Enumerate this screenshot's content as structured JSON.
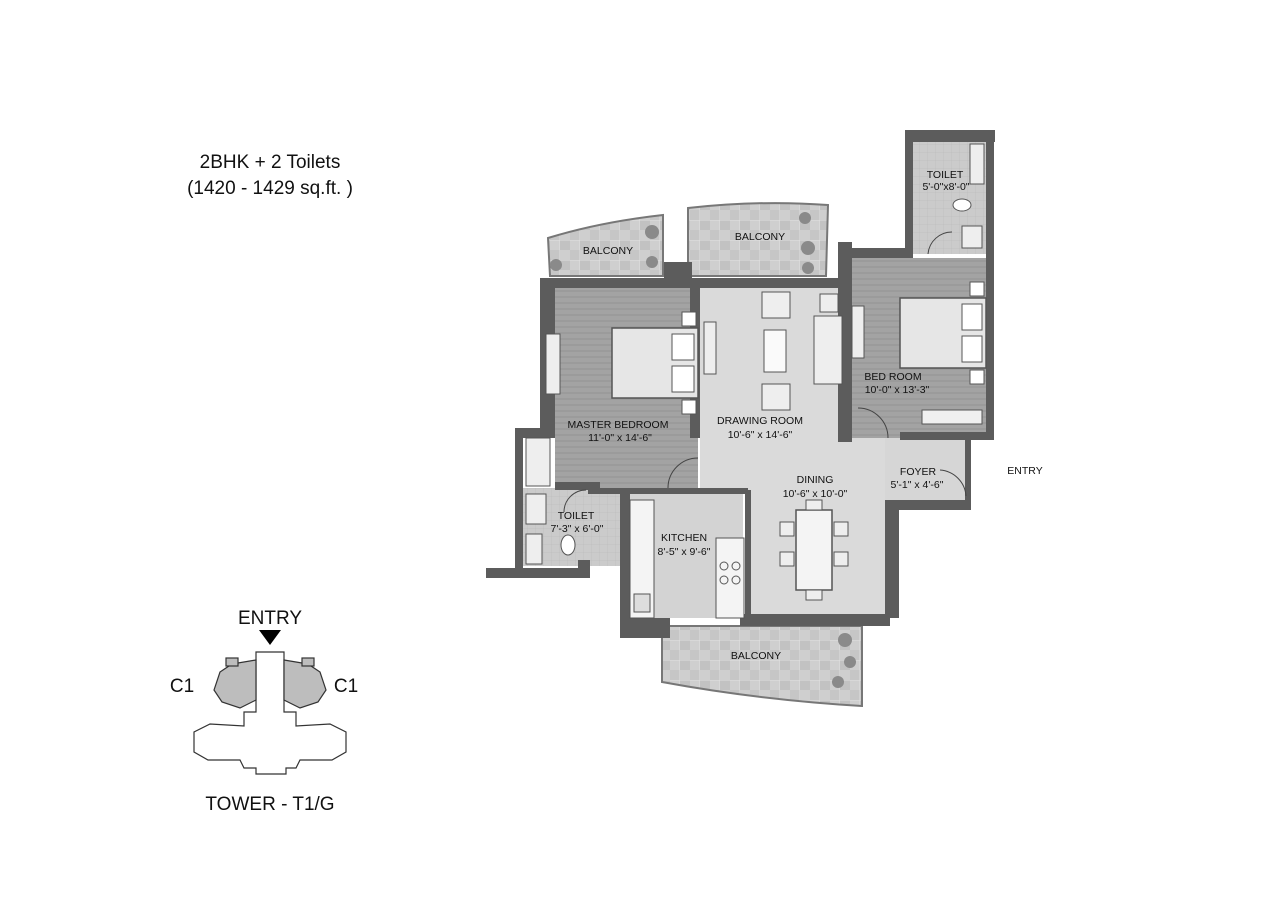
{
  "unit": {
    "type": "2BHK + 2 Toilets",
    "area": "(1420 - 1429 sq.ft. )"
  },
  "rooms": {
    "balcony_left": "BALCONY",
    "balcony_center": "BALCONY",
    "balcony_bottom": "BALCONY",
    "toilet_top": {
      "name": "TOILET",
      "size": "5'-0\"x8'-0\""
    },
    "master_bedroom": {
      "name": "MASTER BEDROOM",
      "size": "11'-0\" x 14'-6\""
    },
    "drawing_room": {
      "name": "DRAWING ROOM",
      "size": "10'-6\"  x 14'-6\""
    },
    "bed_room": {
      "name": "BED ROOM",
      "size": "10'-0\" x 13'-3\""
    },
    "dining": {
      "name": "DINING",
      "size": "10'-6\" x 10'-0\""
    },
    "foyer": {
      "name": "FOYER",
      "size": "5'-1\" x 4'-6\""
    },
    "toilet_bottom": {
      "name": "TOILET",
      "size": "7'-3\" x 6'-0\""
    },
    "kitchen": {
      "name": "KITCHEN",
      "size": "8'-5\" x 9'-6\""
    }
  },
  "entry_label": "ENTRY",
  "key_plan": {
    "entry": "ENTRY",
    "unit_left": "C1",
    "unit_right": "C1",
    "tower": "TOWER - T1/G"
  },
  "colors": {
    "wall": "#5c5c5c",
    "floor": "#dadada",
    "tile": "#c9c9c9",
    "wood": "#9e9e9e"
  }
}
